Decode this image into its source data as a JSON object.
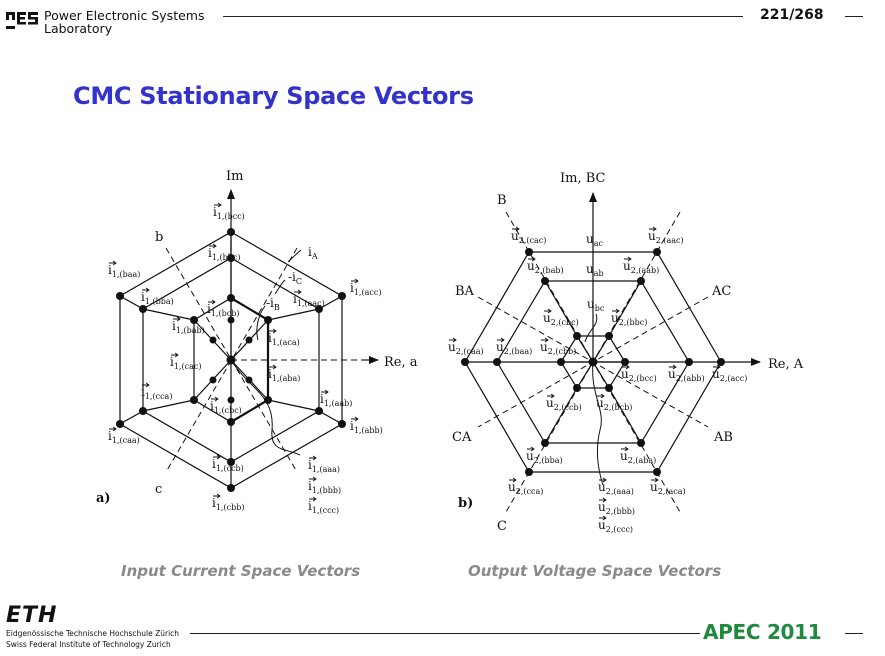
{
  "header": {
    "org_line1": "Power Electronic Systems",
    "org_line2": "Laboratory",
    "page_number": "221/268"
  },
  "slide": {
    "title": "CMC Stationary Space Vectors"
  },
  "figure_a": {
    "label": "a)",
    "axis_im": "Im",
    "axis_re": "Re, a",
    "axis_b": "b",
    "axis_c": "c",
    "sym_iA": "i",
    "sub_iA": "A",
    "sym_iC": "-i",
    "sub_iC": "C",
    "sym_iB": "-i",
    "sub_iB": "B",
    "vector_symbol": "i",
    "vec_bcc": "1,(bcc)",
    "vec_bbc": "1,(bbc)",
    "vec_baa": "1,(baa)",
    "vec_acc": "1,(acc)",
    "vec_bba": "1,(bba)",
    "vec_aac": "1,(aac)",
    "vec_bcb": "1,(bcb)",
    "vec_bab": "1,(bab)",
    "vec_aca": "1,(aca)",
    "vec_cac": "1,(cac)",
    "vec_aba": "1,(aba)",
    "vec_cca": "1,(cca)",
    "vec_aab": "1,(aab)",
    "vec_cbc": "1,(cbc)",
    "vec_caa": "1,(caa)",
    "vec_abb": "1,(abb)",
    "vec_ccb": "1,(ccb)",
    "vec_aaa": "1,(aaa)",
    "vec_cbb": "1,(cbb)",
    "vec_bbb": "1,(bbb)",
    "vec_ccc": "1,(ccc)"
  },
  "figure_b": {
    "label": "b)",
    "axis_im": "Im, BC",
    "axis_re": "Re, A",
    "axis_B": "B",
    "axis_BA": "BA",
    "axis_AC": "AC",
    "axis_CA": "CA",
    "axis_AB": "AB",
    "axis_C": "C",
    "u_ac_sym": "u",
    "u_ac_sub": "ac",
    "u_ab_sym": "u",
    "u_ab_sub": "ab",
    "u_bc_sym": "u",
    "u_bc_sub": "bc",
    "vector_symbol": "u",
    "vec_cac": "2,(cac)",
    "vec_aac": "2,(aac)",
    "vec_bab": "2,(bab)",
    "vec_aab": "2,(aab)",
    "vec_cbc": "2,(cbc)",
    "vec_bbc": "2,(bbc)",
    "vec_caa": "2,(caa)",
    "vec_baa": "2,(baa)",
    "vec_cbb": "2,(cbb)",
    "vec_bcc": "2,(bcc)",
    "vec_abb": "2,(abb)",
    "vec_acc": "2,(acc)",
    "vec_ccb": "2,(ccb)",
    "vec_bcb": "2,(bcb)",
    "vec_bba": "2,(bba)",
    "vec_aba": "2,(aba)",
    "vec_cca": "2,(cca)",
    "vec_aaa": "2,(aaa)",
    "vec_aca": "2,(aca)",
    "vec_bbb": "2,(bbb)",
    "vec_ccc": "2,(ccc)"
  },
  "captions": {
    "left": "Input Current Space Vectors",
    "right": "Output Voltage Space Vectors"
  },
  "footer": {
    "eth_logo": "ETH",
    "eth_line1": "Eidgenössische Technische Hochschule Zürich",
    "eth_line2": "Swiss Federal Institute of Technology Zurich",
    "apec": "APEC 2011"
  },
  "colors": {
    "title": "#3333cc",
    "caption": "#8a8a8a",
    "apec": "#1e8a3c"
  }
}
